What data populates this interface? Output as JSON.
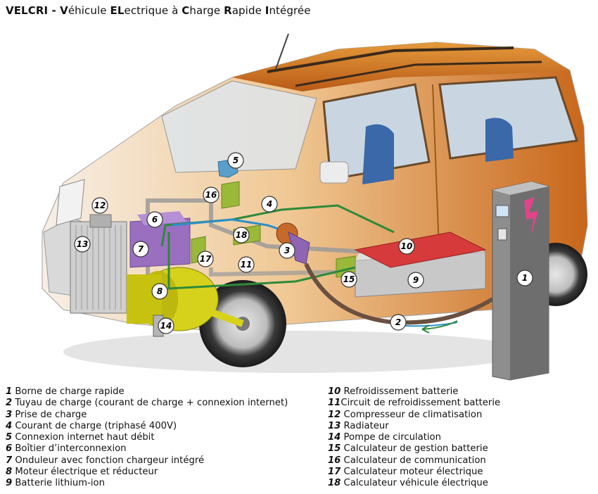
{
  "title": {
    "parts": [
      {
        "text": "VELCRI - ",
        "bold": true
      },
      {
        "text": "V",
        "bold": true
      },
      {
        "text": "éhicule ",
        "bold": false
      },
      {
        "text": "EL",
        "bold": true
      },
      {
        "text": "ectrique à ",
        "bold": false
      },
      {
        "text": "C",
        "bold": true
      },
      {
        "text": "harge ",
        "bold": false
      },
      {
        "text": "R",
        "bold": true
      },
      {
        "text": "apide ",
        "bold": false
      },
      {
        "text": "I",
        "bold": true
      },
      {
        "text": "ntégrée",
        "bold": false
      }
    ]
  },
  "colors": {
    "car_body": "#d9781e",
    "car_body_light": "#f2c08a",
    "green_line": "#2d8a3a",
    "blue_line": "#2b8fc9",
    "battery_red": "#d63a3a",
    "inverter_purple": "#9a6fc0",
    "motor_yellow": "#d6d21c",
    "controller_green": "#9ab83a",
    "charger_grey": "#8e8e8e",
    "lightning_pink": "#e0458a"
  },
  "callouts": [
    {
      "n": "1"
    },
    {
      "n": "2"
    },
    {
      "n": "3"
    },
    {
      "n": "4"
    },
    {
      "n": "5"
    },
    {
      "n": "6"
    },
    {
      "n": "7"
    },
    {
      "n": "8"
    },
    {
      "n": "9"
    },
    {
      "n": "10"
    },
    {
      "n": "11"
    },
    {
      "n": "12"
    },
    {
      "n": "13"
    },
    {
      "n": "14"
    },
    {
      "n": "15"
    },
    {
      "n": "16"
    },
    {
      "n": "17"
    },
    {
      "n": "18"
    }
  ],
  "legend_left": [
    {
      "num": "1",
      "text": " Borne de charge rapide"
    },
    {
      "num": "2",
      "text": " Tuyau de charge (courant de charge + connexion internet)"
    },
    {
      "num": "3",
      "text": " Prise de charge"
    },
    {
      "num": "4",
      "text": " Courant de charge (triphasé 400V)"
    },
    {
      "num": "5",
      "text": " Connexion internet haut débit"
    },
    {
      "num": "6",
      "text": " Boîtier d’interconnexion"
    },
    {
      "num": "7",
      "text": " Onduleur avec fonction chargeur intégré"
    },
    {
      "num": "8",
      "text": " Moteur électrique et réducteur"
    },
    {
      "num": "9",
      "text": " Batterie lithium-ion"
    }
  ],
  "legend_right": [
    {
      "num": "10",
      "text": " Refroidissement batterie"
    },
    {
      "num": "11",
      "text": "Circuit de refroidissement batterie"
    },
    {
      "num": "12",
      "text": " Compresseur de climatisation"
    },
    {
      "num": "13",
      "text": " Radiateur"
    },
    {
      "num": "14",
      "text": " Pompe de circulation"
    },
    {
      "num": "15",
      "text": " Calculateur de gestion batterie"
    },
    {
      "num": "16",
      "text": " Calculateur de communication"
    },
    {
      "num": "17",
      "text": " Calculateur moteur électrique"
    },
    {
      "num": "18",
      "text": " Calculateur véhicule électrique"
    }
  ]
}
